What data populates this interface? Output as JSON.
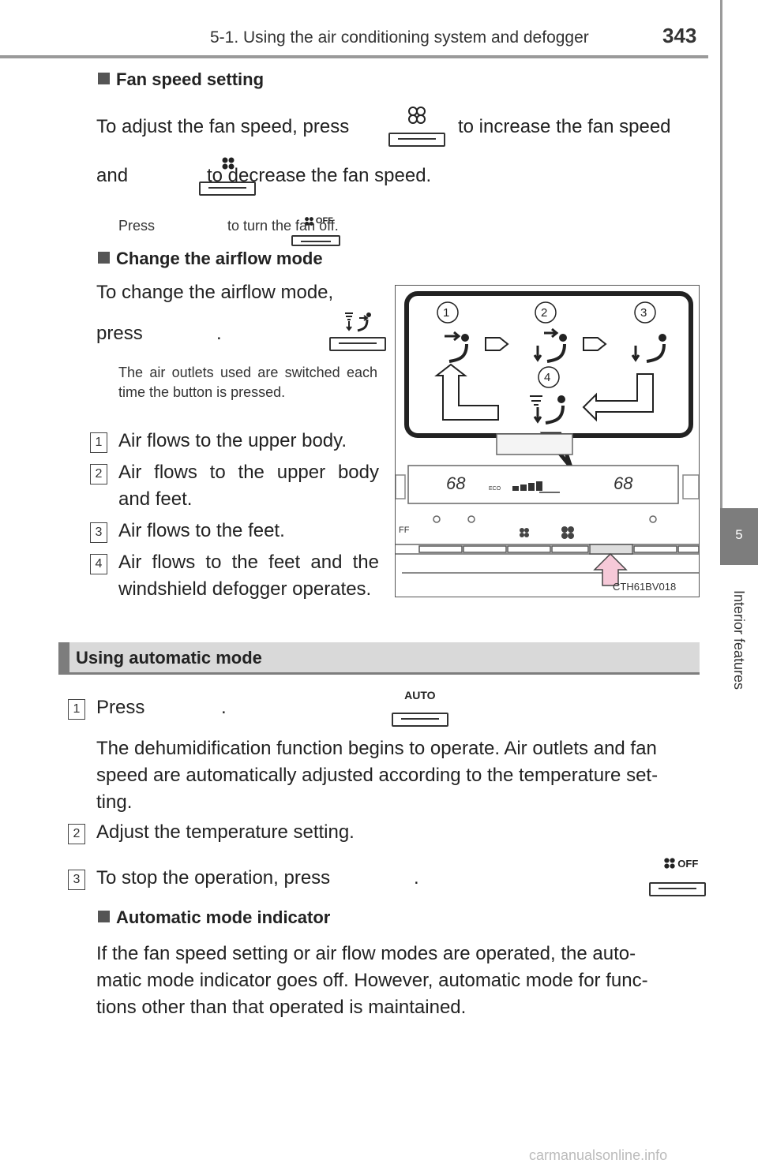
{
  "header": {
    "title": "5-1. Using the air conditioning system and defogger",
    "page_number": "343"
  },
  "side_tab": {
    "chapter_number": "5",
    "chapter_label": "Interior features"
  },
  "fan": {
    "heading": "Fan speed setting",
    "text_a": "To  adjust  the  fan  speed,  press",
    "text_b": "to  increase  the  fan  speed",
    "text_c": "and",
    "text_d": "to decrease the fan speed.",
    "note_a": "Press",
    "note_b": "to turn the fan off.",
    "off_label": "OFF"
  },
  "airflow": {
    "heading": "Change the airflow mode",
    "text_a": "To  change  the  airflow  mode,",
    "text_b": "press",
    "text_c": ".",
    "note": "The air outlets used are switched each time the button is pressed.",
    "items": [
      {
        "num": "1",
        "text": "Air flows to the upper body."
      },
      {
        "num": "2",
        "text": "Air flows to the upper body and feet."
      },
      {
        "num": "3",
        "text": "Air flows to the feet."
      },
      {
        "num": "4",
        "text": "Air flows to the feet and the windshield defogger operates."
      }
    ]
  },
  "figure": {
    "code": "CTH61BV018",
    "callouts": [
      "1",
      "2",
      "3",
      "4"
    ],
    "temp_left": "68",
    "temp_right": "68",
    "eco": "ECO",
    "ff": "FF"
  },
  "auto": {
    "section_title": "Using automatic mode",
    "steps": [
      {
        "num": "1",
        "text_a": "Press",
        "text_b": ".",
        "btn": "AUTO"
      },
      {
        "num": "2",
        "text": "Adjust the temperature setting."
      },
      {
        "num": "3",
        "text_a": "To stop the operation, press",
        "text_b": ".",
        "btn": "OFF"
      }
    ],
    "step1_detail_l1": "The dehumidification function begins to operate. Air outlets and fan",
    "step1_detail_l2": "speed are automatically adjusted according to the temperature set-",
    "step1_detail_l3": "ting.",
    "indicator_heading": "Automatic mode indicator",
    "indicator_l1": "If  the  fan  speed  setting  or  air  flow  modes  are  operated,  the  auto-",
    "indicator_l2": "matic mode indicator goes off. However, automatic mode for func-",
    "indicator_l3": "tions other than that operated is maintained."
  },
  "watermark": "carmanualsonline.info"
}
